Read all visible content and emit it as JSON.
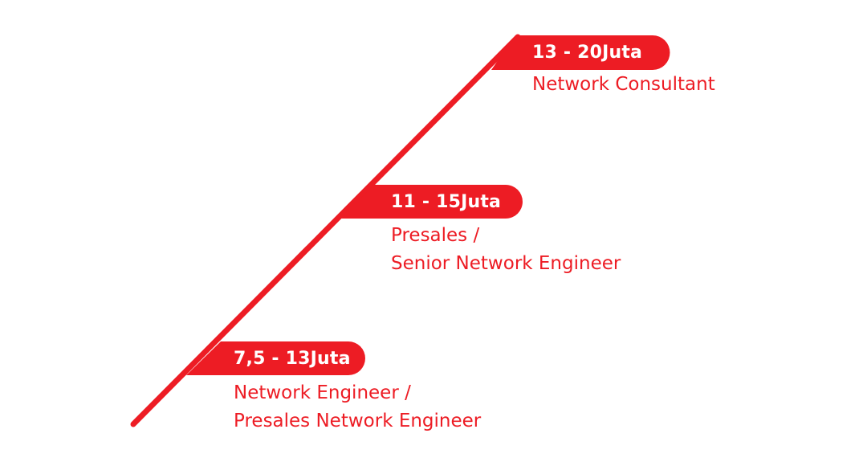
{
  "colors": {
    "accent": "#ED1C24",
    "badge_text": "#FFFFFF",
    "background": "#FFFFFF"
  },
  "steps": [
    {
      "salary": "7,5 - 13Juta",
      "role_lines": [
        "Network Engineer /",
        "Presales Network Engineer"
      ]
    },
    {
      "salary": "11 - 15Juta",
      "role_lines": [
        "Presales /",
        "Senior Network Engineer"
      ]
    },
    {
      "salary": "13 - 20Juta",
      "role_lines": [
        "Network Consultant"
      ]
    }
  ]
}
